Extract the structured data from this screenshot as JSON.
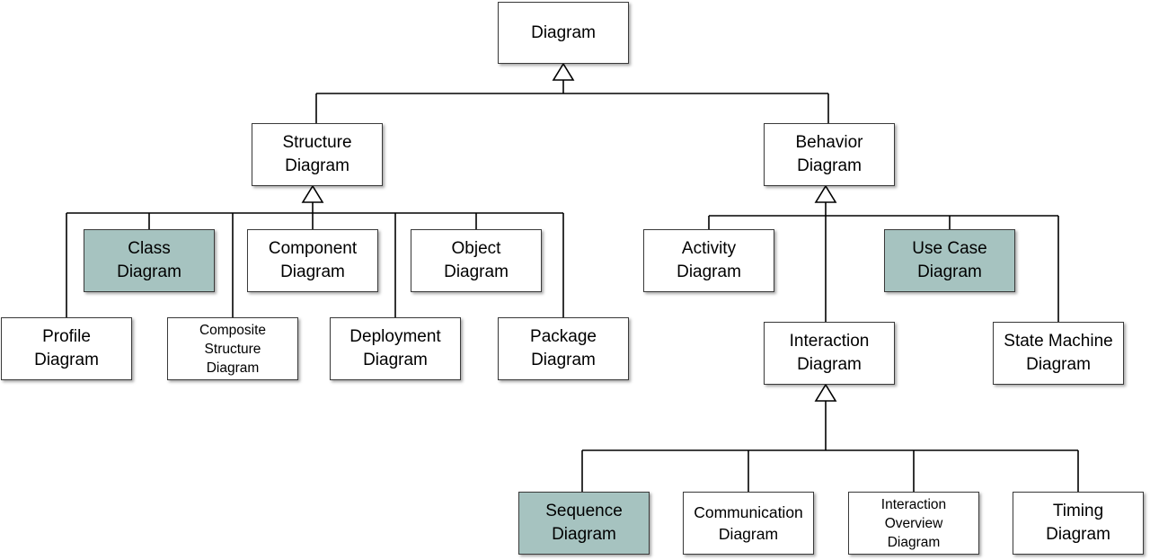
{
  "colors": {
    "highlight": "#a6c3c0",
    "box_fill": "#ffffff",
    "line": "#000000"
  },
  "nodes": {
    "diagram": "Diagram",
    "structure": "Structure\nDiagram",
    "behavior": "Behavior\nDiagram",
    "class": "Class\nDiagram",
    "component": "Component\nDiagram",
    "object": "Object\nDiagram",
    "profile": "Profile\nDiagram",
    "composite": "Composite\nStructure\nDiagram",
    "deployment": "Deployment\nDiagram",
    "package": "Package\nDiagram",
    "activity": "Activity\nDiagram",
    "usecase": "Use Case\nDiagram",
    "interaction": "Interaction\nDiagram",
    "statemachine": "State Machine\nDiagram",
    "sequence": "Sequence\nDiagram",
    "communication": "Communication\nDiagram",
    "interaction_overview": "Interaction\nOverview\nDiagram",
    "timing": "Timing\nDiagram"
  },
  "highlighted": [
    "class",
    "usecase",
    "sequence"
  ]
}
